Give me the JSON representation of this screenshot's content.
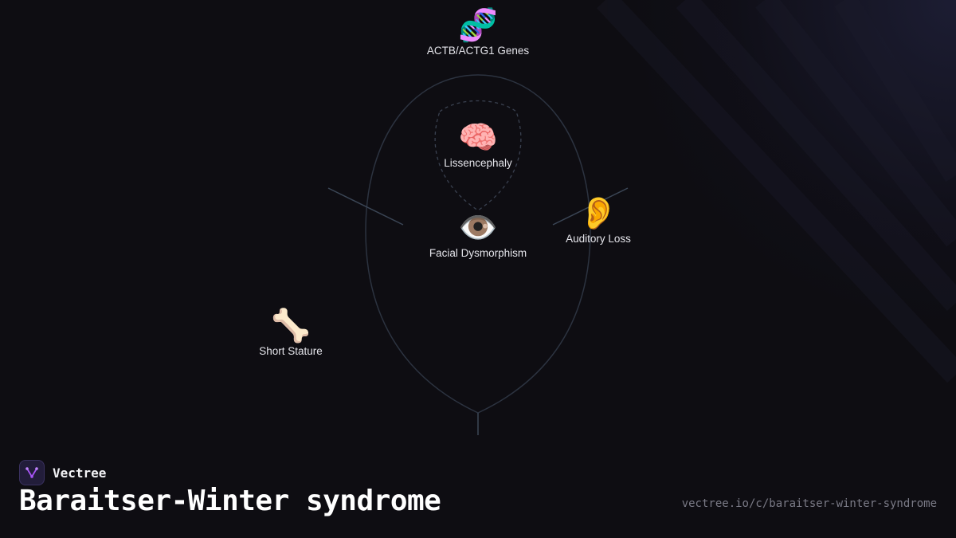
{
  "diagram": {
    "nodes": [
      {
        "id": "genes",
        "icon": "dna-icon",
        "emoji": "🧬",
        "label": "ACTB/ACTG1 Genes"
      },
      {
        "id": "brain",
        "icon": "brain-icon",
        "emoji": "🧠",
        "label": "Lissencephaly"
      },
      {
        "id": "face",
        "icon": "eye-icon",
        "emoji": "👁️",
        "label": "Facial Dysmorphism"
      },
      {
        "id": "ear",
        "icon": "ear-icon",
        "emoji": "👂",
        "label": "Auditory Loss"
      },
      {
        "id": "bone",
        "icon": "bone-icon",
        "emoji": "🦴",
        "label": "Short Stature"
      }
    ]
  },
  "brand": {
    "name": "Vectree",
    "logo_icon": "vectree-logo-icon",
    "logo_color": "#a855f7"
  },
  "page": {
    "title": "Baraitser-Winter syndrome",
    "url": "vectree.io/c/baraitser-winter-syndrome"
  },
  "colors": {
    "background": "#0e0d12",
    "outline": "#2c3340",
    "branch": "#3b4656"
  }
}
